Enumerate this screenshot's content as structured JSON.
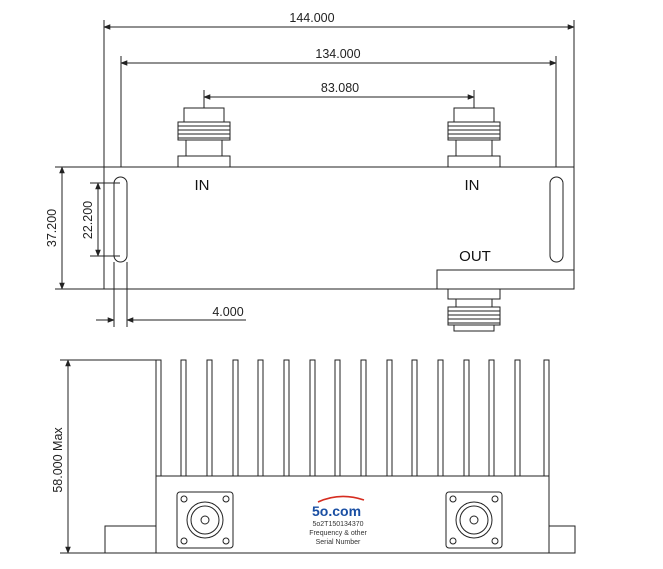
{
  "dimensions": {
    "overall_width": "144.000",
    "mount_spacing": "134.000",
    "connector_spacing": "83.080",
    "body_height": "37.200",
    "slot_length": "22.200",
    "slot_offset": "4.000",
    "max_height": "58.000 Max"
  },
  "ports": {
    "in_left": "IN",
    "in_right": "IN",
    "out": "OUT"
  },
  "label": {
    "brand_main": "5o",
    "brand_suffix": ".com",
    "part_number": "5o2T150134370",
    "line2": "Frequency & other",
    "line3": "Serial Number"
  },
  "colors": {
    "line": "#222222",
    "body_fill": "#f4f4f4",
    "brand": "#1a4fa3",
    "logo_accent": "#d62d20"
  }
}
